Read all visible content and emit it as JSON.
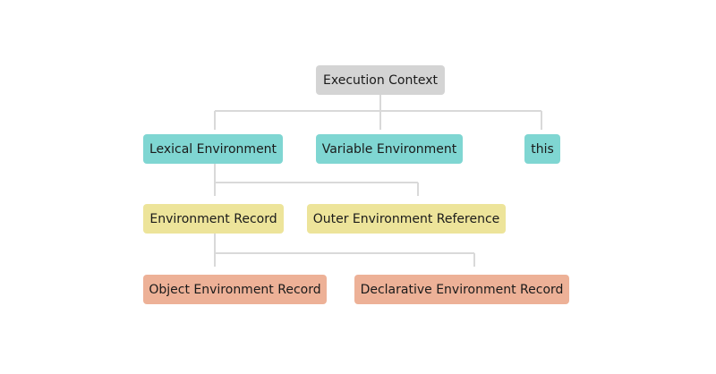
{
  "colors": {
    "gray": "#d4d4d4",
    "teal": "#7fd6d2",
    "yellow": "#ede49a",
    "salmon": "#edb197",
    "connector": "#d9d9d9"
  },
  "nodes": {
    "execution_context": {
      "label": "Execution Context",
      "color": "gray"
    },
    "lexical_environment": {
      "label": "Lexical Environment",
      "color": "teal"
    },
    "variable_environment": {
      "label": "Variable Environment",
      "color": "teal"
    },
    "this": {
      "label": "this",
      "color": "teal"
    },
    "environment_record": {
      "label": "Environment Record",
      "color": "yellow"
    },
    "outer_environment_reference": {
      "label": "Outer Environment Reference",
      "color": "yellow"
    },
    "object_environment_record": {
      "label": "Object Environment Record",
      "color": "salmon"
    },
    "declarative_environment_record": {
      "label": "Declarative Environment Record",
      "color": "salmon"
    }
  },
  "edges": [
    {
      "from": "execution_context",
      "to": "lexical_environment"
    },
    {
      "from": "execution_context",
      "to": "variable_environment"
    },
    {
      "from": "execution_context",
      "to": "this"
    },
    {
      "from": "lexical_environment",
      "to": "environment_record"
    },
    {
      "from": "lexical_environment",
      "to": "outer_environment_reference"
    },
    {
      "from": "environment_record",
      "to": "object_environment_record"
    },
    {
      "from": "environment_record",
      "to": "declarative_environment_record"
    }
  ]
}
